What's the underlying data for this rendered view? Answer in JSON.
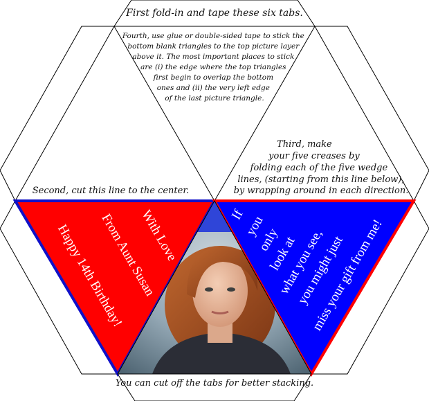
{
  "instructions": {
    "top_tab": "First fold-in and tape these six tabs.",
    "fourth_lines": [
      "Fourth, use glue or double-sided tape to stick the",
      "bottom blank triangles to the top picture layer",
      "above it. The most important places to stick",
      "are (i) the edge where the top triangles",
      "first begin to overlap the bottom",
      "ones and (ii) the very left edge",
      "of the last picture triangle."
    ],
    "third_lines": [
      "Third, make",
      "your five creases by",
      "folding each of the five wedge",
      "lines, (starting from this line below),",
      "by wrapping around in each direction."
    ],
    "second": "Second, cut this line to the center.",
    "bottom_tab": "You can cut off the tabs for better stacking."
  },
  "left_wedge": {
    "lines": [
      "With Love",
      "From Aunt Susan",
      "Happy 14th Birthday!"
    ],
    "fill_color": "#ff0000",
    "border_color": "#1010c8"
  },
  "right_wedge": {
    "lines": [
      "If",
      "you",
      "only",
      "look at",
      "what you see,",
      "you might just",
      "miss your gift from me!"
    ],
    "fill_color": "#0000ff",
    "border_color": "#ff0000"
  },
  "photo": {
    "description": "portrait-photo"
  }
}
